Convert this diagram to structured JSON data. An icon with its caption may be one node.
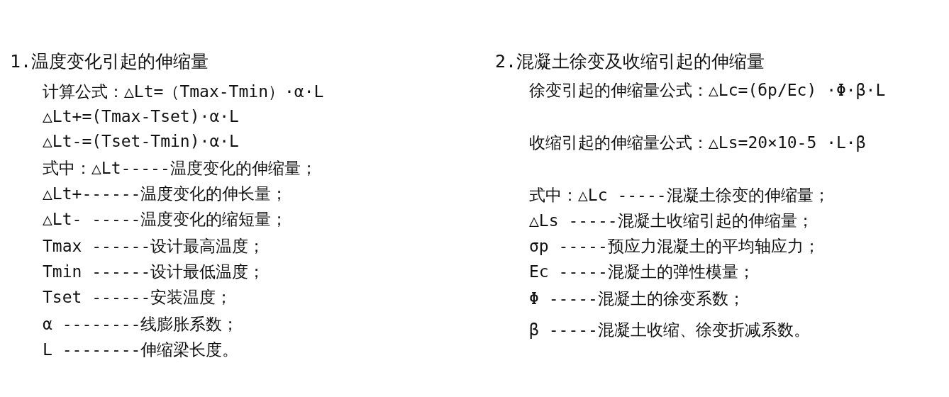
{
  "diagram": {
    "labels": [
      "1.温度变化引起的伸缩量",
      "计算公式：△Lt=（Tmax-Tmin）·α·L",
      "△Lt+=(Tmax-Tset)·α·L",
      "△Lt-=(Tset-Tmin)·α·L",
      "式中：△Lt-----温度变化的伸缩量；",
      "△Lt+------温度变化的伸长量；",
      "△Lt- -----温度变化的缩短量；",
      "Tmax ------设计最高温度；",
      "Tmin ------设计最低温度；",
      "Tset ------安装温度；",
      "α --------线膨胀系数；",
      "L --------伸缩梁长度。",
      "2.混凝土徐变及收缩引起的伸缩量",
      "徐变引起的伸缩量公式：△Lc=(бp/Ec) ·Φ·β·L",
      "收缩引起的伸缩量公式：△Ls=20×10-5 ·L·β",
      "式中：△Lc -----混凝土徐变的伸缩量；",
      "△Ls -----混凝土收缩引起的伸缩量；",
      "σp -----预应力混凝土的平均轴应力；",
      "Ec -----混凝土的弹性模量；",
      "Φ -----混凝土的徐变系数；",
      "β -----混凝土收缩、徐变折减系数。"
    ]
  }
}
